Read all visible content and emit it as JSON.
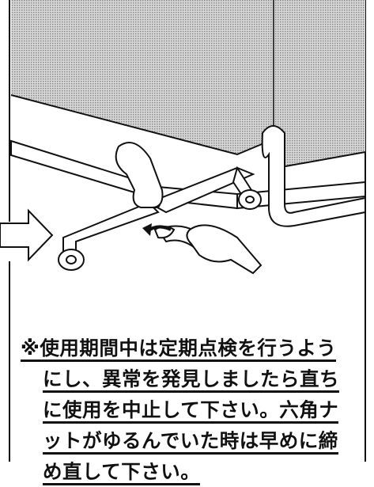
{
  "notice": {
    "lines": [
      "※使用期間中は定期点検を行うよう",
      "にし、異常を発見しましたら直ち",
      "に使用を中止して下さい。六角ナ",
      "ットがゆるんでいた時は早めに締",
      "め直して下さい。"
    ]
  },
  "colors": {
    "ink": "#111111",
    "panel_screen": "#bdbdbd",
    "background": "#ffffff"
  },
  "icons": [
    "arrow-right-icon",
    "rotate-arrow-icon"
  ]
}
